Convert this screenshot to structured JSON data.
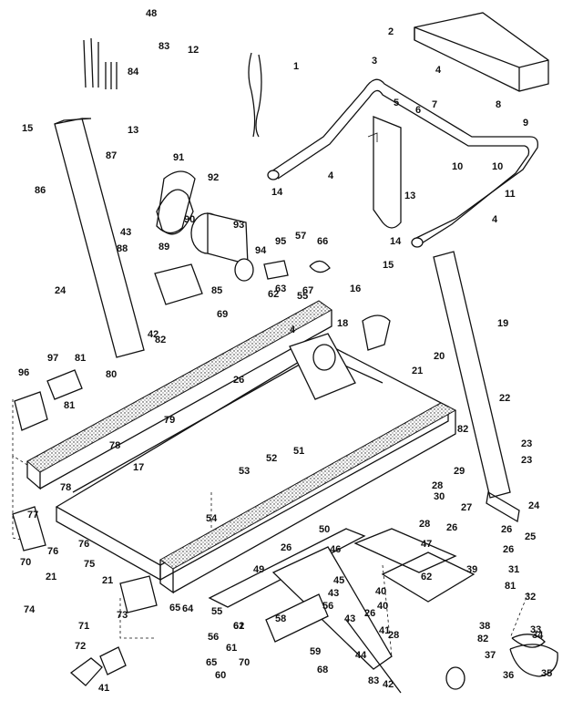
{
  "diagram": {
    "labels": [
      "1",
      "2",
      "3",
      "4",
      "4",
      "4",
      "4",
      "5",
      "6",
      "7",
      "8",
      "9",
      "10",
      "10",
      "11",
      "12",
      "13",
      "13",
      "14",
      "14",
      "15",
      "15",
      "16",
      "17",
      "18",
      "19",
      "20",
      "21",
      "21",
      "21",
      "22",
      "23",
      "23",
      "24",
      "24",
      "25",
      "26",
      "26",
      "26",
      "26",
      "26",
      "26",
      "27",
      "28",
      "28",
      "28",
      "29",
      "30",
      "31",
      "32",
      "33",
      "34",
      "35",
      "36",
      "37",
      "38",
      "39",
      "40",
      "40",
      "41",
      "41",
      "42",
      "42",
      "43",
      "43",
      "43",
      "44",
      "45",
      "46",
      "47",
      "48",
      "49",
      "50",
      "51",
      "52",
      "53",
      "54",
      "55",
      "55",
      "56",
      "56",
      "57",
      "58",
      "59",
      "60",
      "61",
      "61",
      "62",
      "62",
      "62",
      "63",
      "64",
      "65",
      "65",
      "66",
      "67",
      "68",
      "69",
      "70",
      "70",
      "71",
      "72",
      "73",
      "74",
      "75",
      "76",
      "76",
      "77",
      "78",
      "78",
      "79",
      "80",
      "81",
      "81",
      "81",
      "82",
      "82",
      "82",
      "83",
      "83",
      "84",
      "85",
      "86",
      "87",
      "88",
      "89",
      "90",
      "91",
      "92",
      "93",
      "94",
      "95",
      "96",
      "97"
    ]
  },
  "colors": {
    "ink": "#111111",
    "paper": "#ffffff"
  }
}
